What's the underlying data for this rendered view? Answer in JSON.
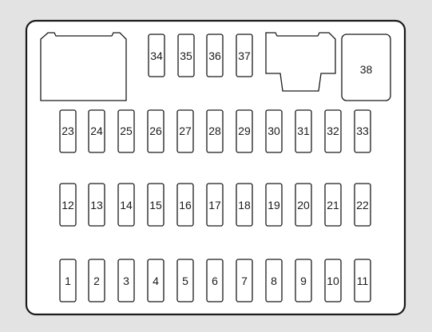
{
  "fuse_box": {
    "top_row": [
      "34",
      "35",
      "36",
      "37"
    ],
    "relay_label": "38",
    "rows": [
      [
        "23",
        "24",
        "25",
        "26",
        "27",
        "28",
        "29",
        "30",
        "31",
        "32",
        "33"
      ],
      [
        "12",
        "13",
        "14",
        "15",
        "16",
        "17",
        "18",
        "19",
        "20",
        "21",
        "22"
      ],
      [
        "1",
        "2",
        "3",
        "4",
        "5",
        "6",
        "7",
        "8",
        "9",
        "10",
        "11"
      ]
    ]
  },
  "colors": {
    "background": "#e3e3e3",
    "panel": "#ffffff",
    "stroke": "#1a1a1a"
  }
}
